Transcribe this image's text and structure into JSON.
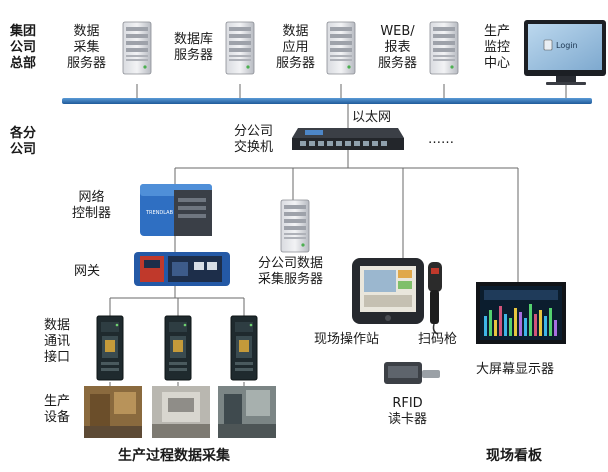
{
  "hq": {
    "label": "集团\n公司\n总部",
    "servers": [
      {
        "label": "数据\n采集\n服务器",
        "icon": "server-icon"
      },
      {
        "label": "数据库\n服务器",
        "icon": "server-icon"
      },
      {
        "label": "数据\n应用\n服务器",
        "icon": "server-icon"
      },
      {
        "label": "WEB/\n报表\n服务器",
        "icon": "server-icon"
      },
      {
        "label": "生产\n监控\n中心",
        "icon": "monitor-icon"
      }
    ],
    "monitor_screen_text": "Login"
  },
  "network": {
    "ethernet_label": "以太网",
    "ellipsis": "……"
  },
  "branch": {
    "label": "各分\n公司",
    "switch_label": "分公司\n交换机",
    "network_controller_label": "网络\n控制器",
    "gateway_label": "网关",
    "branch_server_label": "分公司数据\n采集服务器",
    "comm_interface_label": "数据\n通讯\n接口",
    "equipment_label": "生产\n设备",
    "operator_station_label": "现场操作站",
    "scanner_label": "扫码枪",
    "rfid_label": "RFID\n读卡器",
    "big_screen_label": "大屏幕显示器",
    "device_brand_text": "TRENDLAB"
  },
  "sections": {
    "collection": "生产过程数据采集",
    "dashboard": "现场看板"
  },
  "colors": {
    "bus": "#2d6fb3",
    "line": "#6a6a6a",
    "server_body": "#c9cbd0",
    "device_blue": "#2f6fc2",
    "comm_device": "#1f2a2e"
  }
}
